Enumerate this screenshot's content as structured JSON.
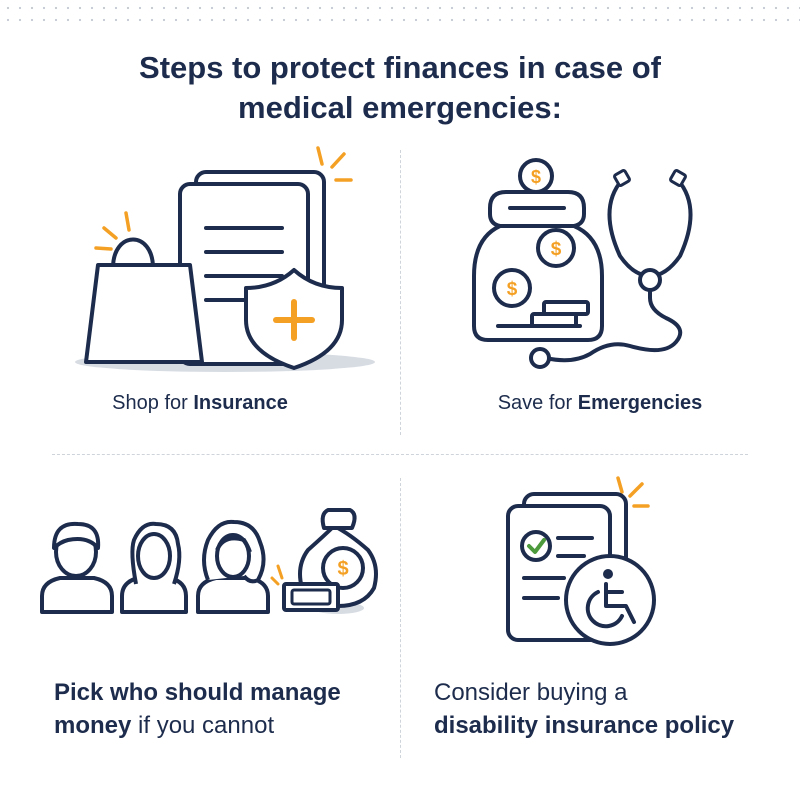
{
  "title": {
    "line1": "Steps to protect finances in case of",
    "line2": "medical emergencies:"
  },
  "steps": [
    {
      "icon": "shopping-bag-document-shield-icon",
      "prefix": "Shop for ",
      "bold": "Insurance"
    },
    {
      "icon": "money-jar-stethoscope-icon",
      "prefix": "Save for ",
      "bold": "Emergencies"
    },
    {
      "icon": "people-money-bag-icon",
      "bold_line1": "Pick who should manage",
      "bold_line2": "money",
      "suffix_line2": " if you cannot"
    },
    {
      "icon": "document-wheelchair-icon",
      "line1": "Consider buying a",
      "bold_line2": "disability insurance policy"
    }
  ],
  "colors": {
    "navy": "#1d2c4c",
    "orange": "#f4a024",
    "shadow": "#d7dce3",
    "divider": "#cfd4db"
  },
  "icons": {
    "coin_symbol": "$"
  }
}
